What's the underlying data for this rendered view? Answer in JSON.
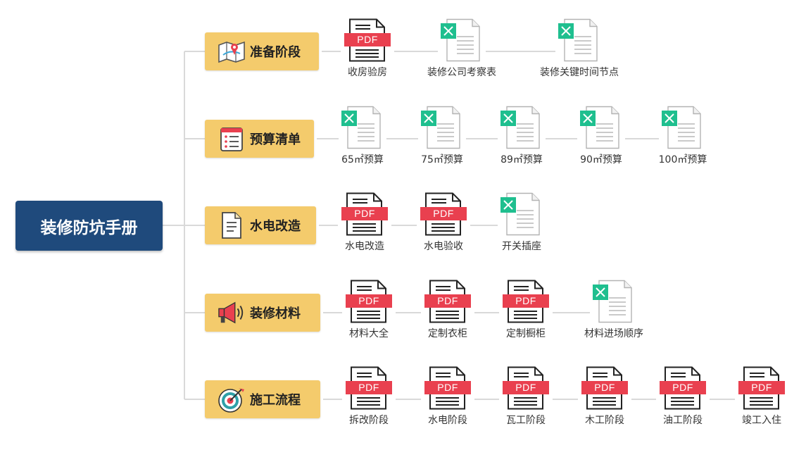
{
  "root": {
    "title": "装修防坑手册"
  },
  "branches": [
    {
      "label": "准备阶段",
      "icon": "map-icon",
      "files": [
        {
          "kind": "pdf",
          "name": "收房验房"
        },
        {
          "kind": "excel",
          "name": "装修公司考察表"
        },
        {
          "kind": "excel",
          "name": "装修关键时间节点"
        }
      ]
    },
    {
      "label": "预算清单",
      "icon": "checklist-icon",
      "files": [
        {
          "kind": "excel",
          "name": "65㎡预算"
        },
        {
          "kind": "excel",
          "name": "75㎡预算"
        },
        {
          "kind": "excel",
          "name": "89㎡预算"
        },
        {
          "kind": "excel",
          "name": "90㎡预算"
        },
        {
          "kind": "excel",
          "name": "100㎡预算"
        }
      ]
    },
    {
      "label": "水电改造",
      "icon": "document-icon",
      "files": [
        {
          "kind": "pdf",
          "name": "水电改造"
        },
        {
          "kind": "pdf",
          "name": "水电验收"
        },
        {
          "kind": "excel",
          "name": "开关插座"
        }
      ]
    },
    {
      "label": "装修材料",
      "icon": "megaphone-icon",
      "files": [
        {
          "kind": "pdf",
          "name": "材料大全"
        },
        {
          "kind": "pdf",
          "name": "定制衣柜"
        },
        {
          "kind": "pdf",
          "name": "定制橱柜"
        },
        {
          "kind": "excel",
          "name": "材料进场顺序"
        }
      ]
    },
    {
      "label": "施工流程",
      "icon": "target-icon",
      "files": [
        {
          "kind": "pdf",
          "name": "拆改阶段"
        },
        {
          "kind": "pdf",
          "name": "水电阶段"
        },
        {
          "kind": "pdf",
          "name": "瓦工阶段"
        },
        {
          "kind": "pdf",
          "name": "木工阶段"
        },
        {
          "kind": "pdf",
          "name": "油工阶段"
        },
        {
          "kind": "pdf",
          "name": "竣工入住"
        }
      ]
    }
  ],
  "badge": {
    "pdf_text": "PDF"
  },
  "colors": {
    "root_bg": "#1f4a7c",
    "category_bg": "#f4cb6c",
    "pdf_red": "#e9404f",
    "excel_green": "#1fbf8f",
    "line": "#d9d9d9"
  }
}
